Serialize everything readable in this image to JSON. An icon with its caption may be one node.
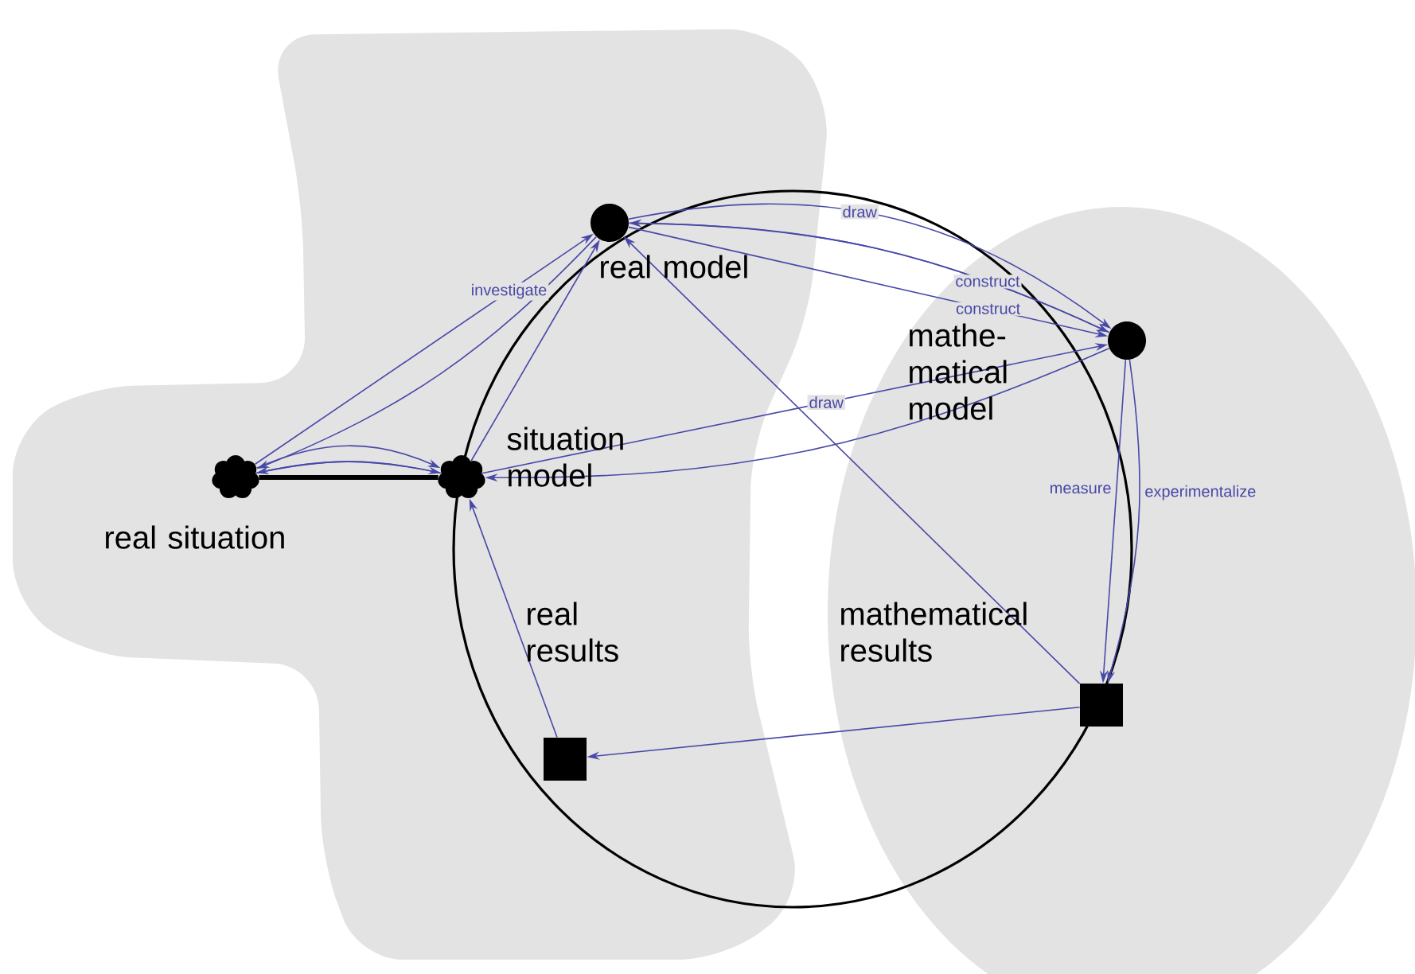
{
  "diagram": {
    "nodes": [
      {
        "text": [],
        "shape": "cloud",
        "beside": [
          "real situation"
        ]
      },
      {
        "text": [],
        "shape": "cloud",
        "beside": [
          "situation model"
        ]
      },
      {
        "text": [],
        "shape": "circle",
        "beside": [
          "real model"
        ]
      },
      {
        "text": [],
        "shape": "circle",
        "beside": [
          "mathe- matical model"
        ]
      },
      {
        "text": [],
        "shape": "box",
        "beside": [
          "mathematical results"
        ]
      },
      {
        "text": [],
        "shape": "box",
        "beside": [
          "real results"
        ]
      }
    ],
    "edges": [
      {
        "from": 0,
        "to": 1,
        "arrow": "none",
        "style": "thick",
        "color": "#000000"
      },
      {
        "from": 0,
        "to": 1,
        "arrow": "to"
      },
      {
        "from": 1,
        "to": 0,
        "arrow": "to"
      },
      {
        "from": 0,
        "to": 1,
        "arrow": "to"
      },
      {
        "from": 0,
        "to": 2,
        "arrow": "to",
        "label": "investigate"
      },
      {
        "from": 2,
        "to": 0,
        "arrow": "to"
      },
      {
        "from": 1,
        "to": 2,
        "arrow": "to"
      },
      {
        "from": 2,
        "to": 3,
        "arrow": "to",
        "label": "construct"
      },
      {
        "from": 2,
        "to": 3,
        "arrow": "to",
        "label": "construct"
      },
      {
        "from": 3,
        "to": 2,
        "arrow": "to"
      },
      {
        "from": 2,
        "to": 3,
        "arrow": "to",
        "label": "draw"
      },
      {
        "from": 1,
        "to": 3,
        "arrow": "to",
        "label": "draw"
      },
      {
        "from": 3,
        "to": 1,
        "arrow": "to"
      },
      {
        "from": 4,
        "to": 2,
        "arrow": "to"
      },
      {
        "from": 3,
        "to": 4,
        "arrow": "to",
        "label": "measure"
      },
      {
        "from": 3,
        "to": 4,
        "arrow": "to",
        "label": "experimentalize"
      },
      {
        "from": 4,
        "to": 5,
        "arrow": "to"
      },
      {
        "from": 5,
        "to": 1,
        "arrow": "to"
      }
    ]
  }
}
